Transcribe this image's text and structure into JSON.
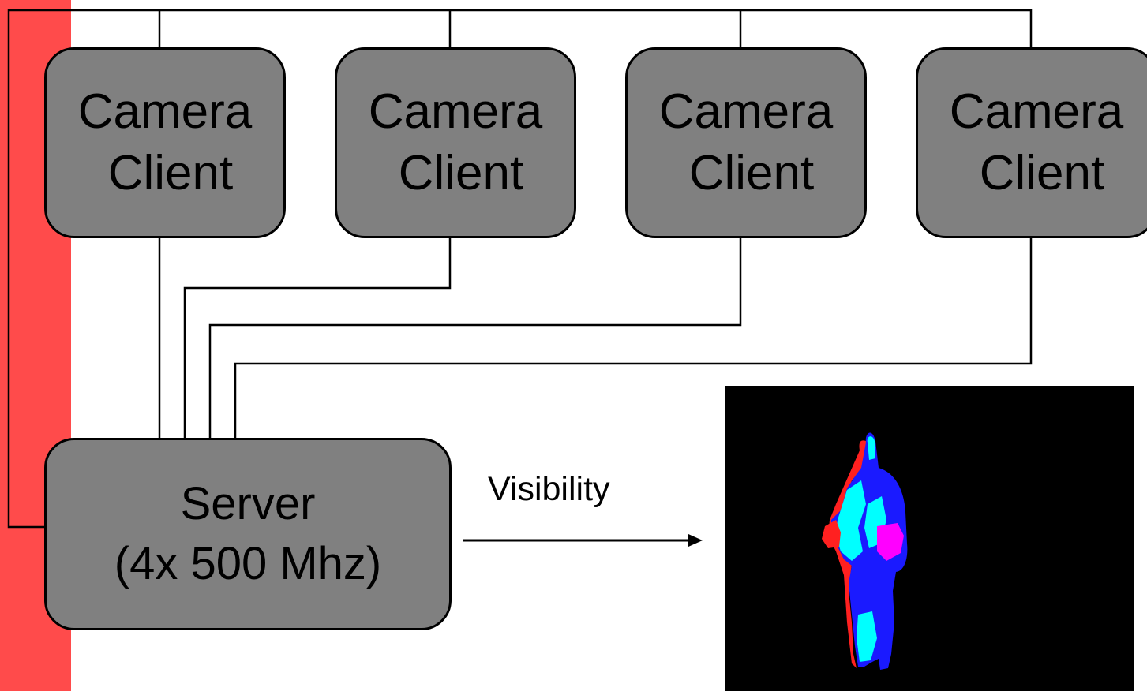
{
  "colors": {
    "band": "#ff4b4b",
    "box_fill": "#808080",
    "line": "#000000",
    "image_background": "#000000",
    "figure_blue": "#1a1aff",
    "figure_cyan": "#00ffff",
    "figure_magenta": "#ff00ff",
    "figure_red": "#ff2020"
  },
  "clients": [
    {
      "line1": "Camera",
      "line2": "Client"
    },
    {
      "line1": "Camera",
      "line2": "Client"
    },
    {
      "line1": "Camera",
      "line2": "Client"
    },
    {
      "line1": "Camera",
      "line2": "Client"
    }
  ],
  "server": {
    "line1": "Server",
    "line2": "(4x 500 Mhz)"
  },
  "edge_label": "Visibility",
  "output_image": {
    "icon": "person-silhouette-icon"
  }
}
